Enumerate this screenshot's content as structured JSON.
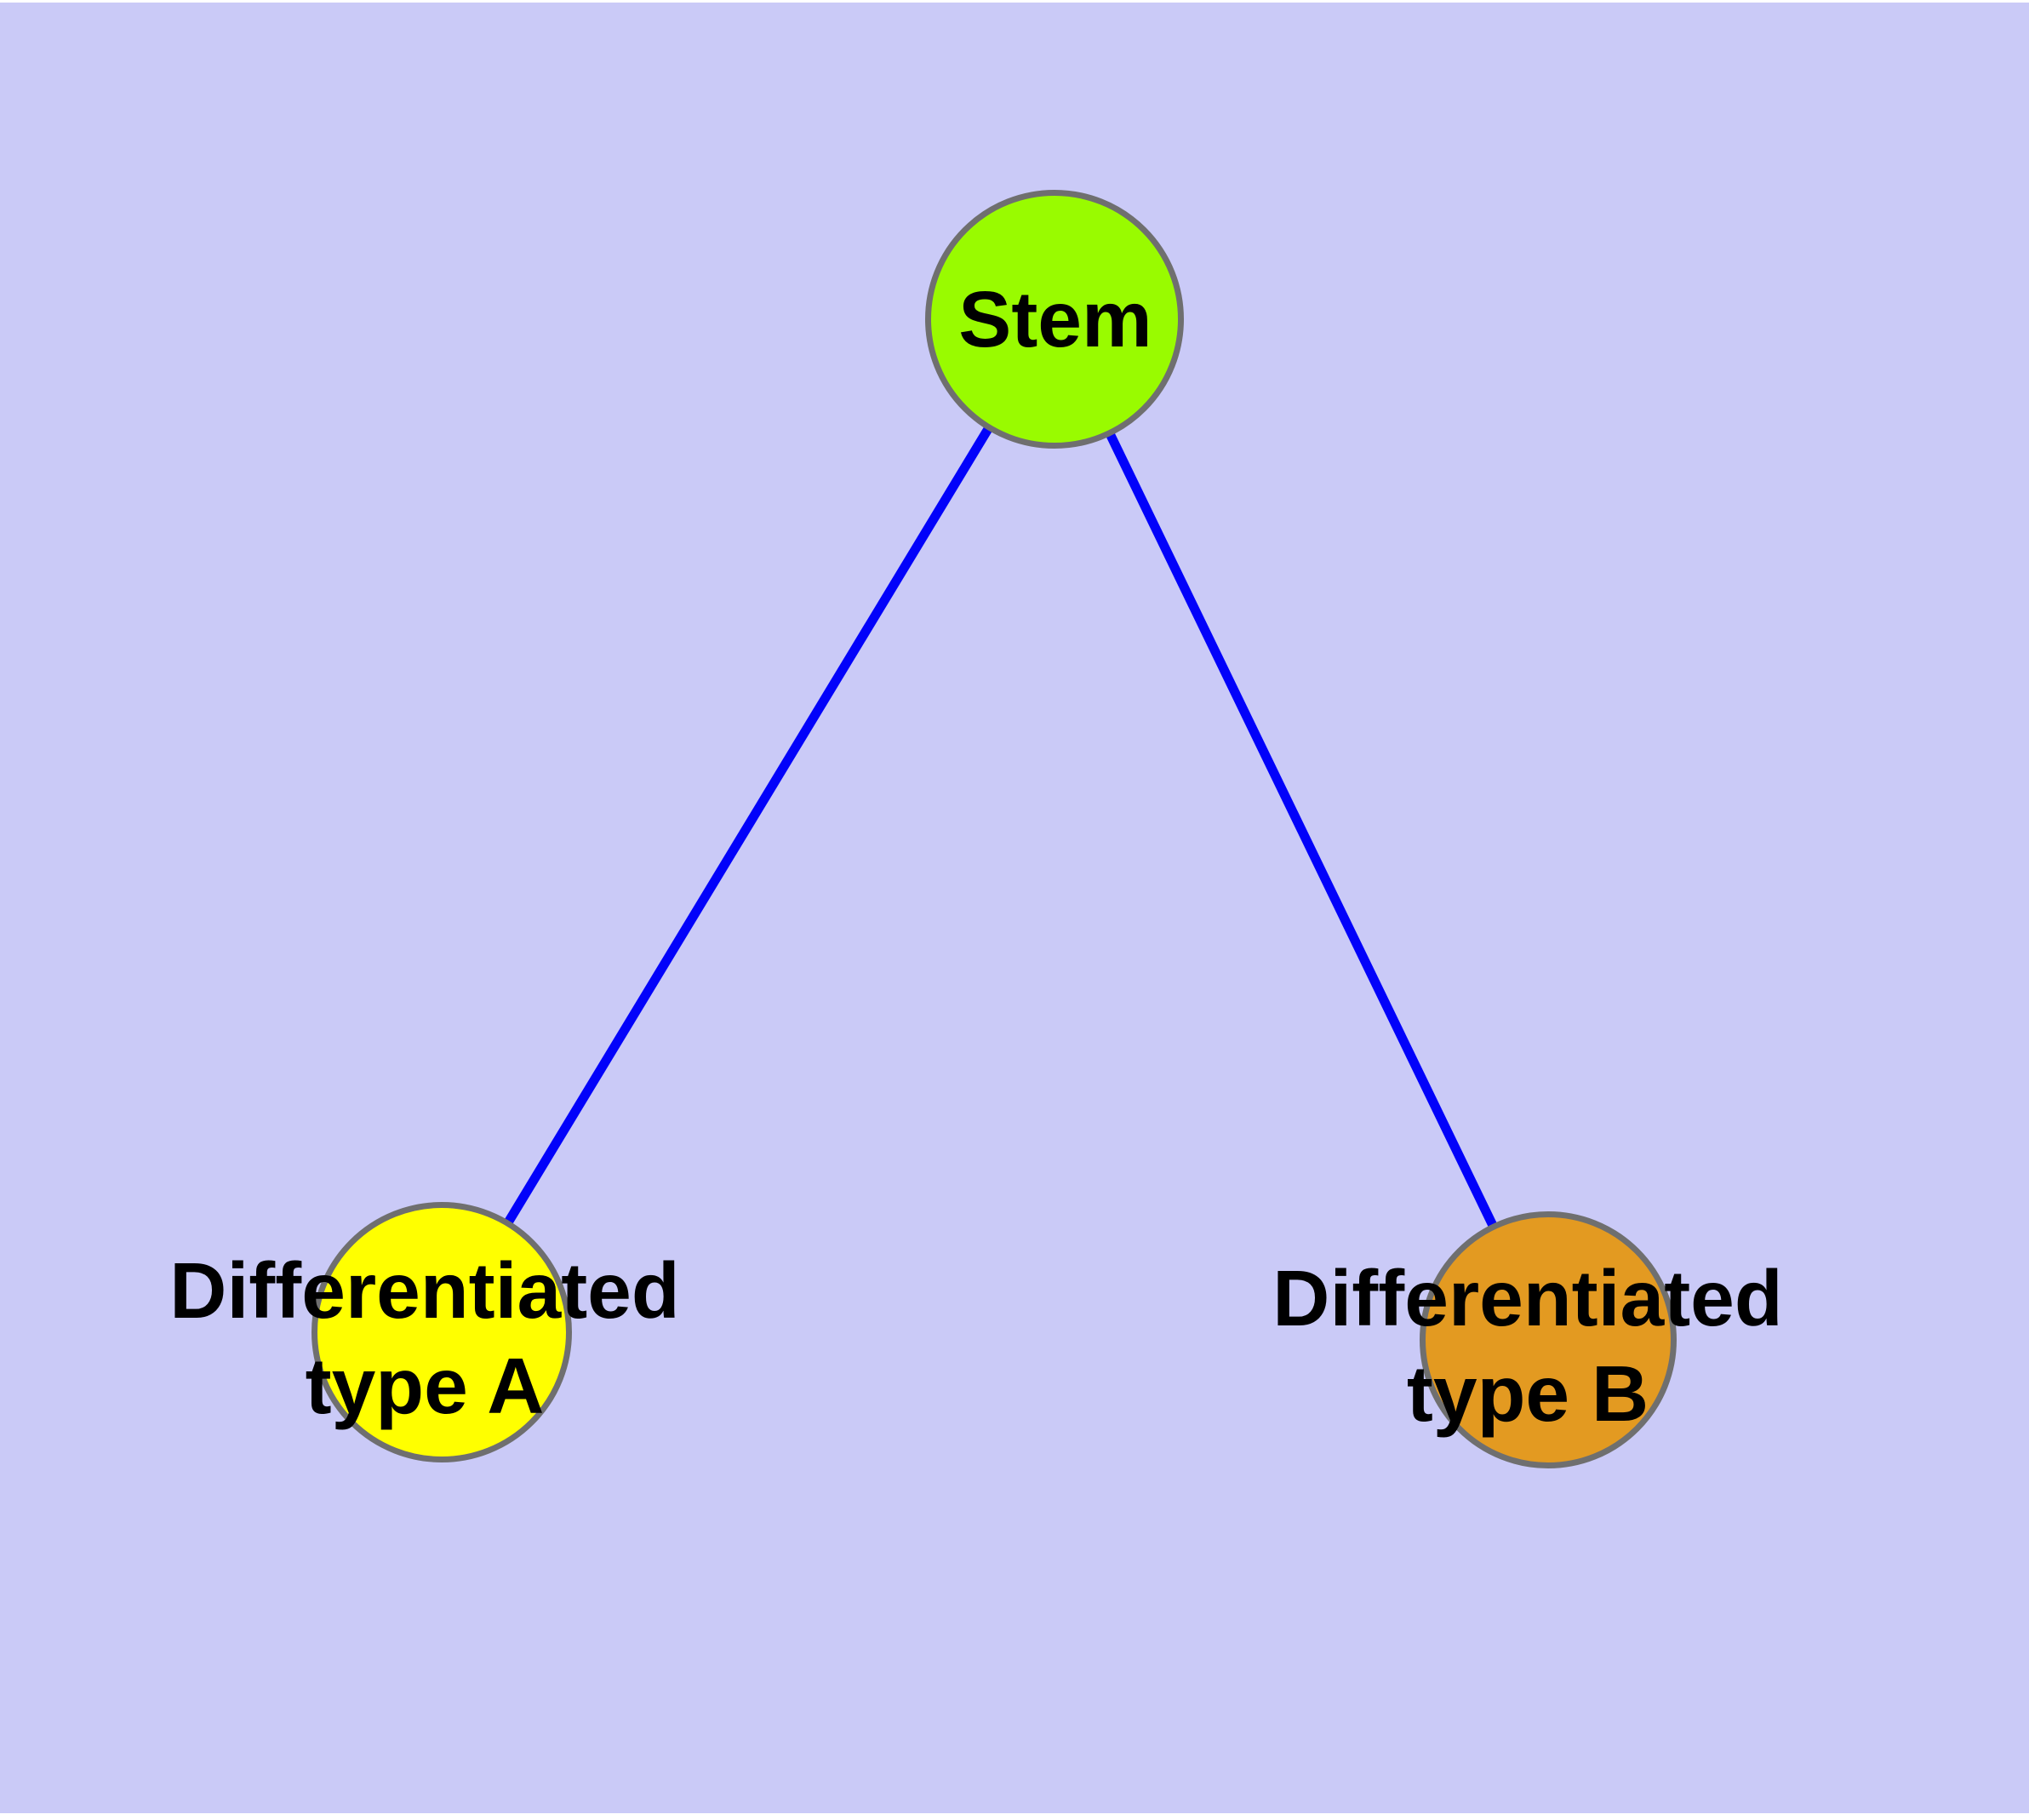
{
  "diagram": {
    "type": "graph",
    "background_color": "#CACAF7",
    "edge_color": "#0202FA",
    "node_border_color": "#6F6F6F",
    "label_color": "#000000",
    "nodes": [
      {
        "id": "stem",
        "label": "Stem",
        "fill": "#99FB00"
      },
      {
        "id": "differentiated-type-a",
        "label": "Differentiated type A",
        "label_line1": "Differentiated",
        "label_line2": "type A",
        "fill": "#FFFF00"
      },
      {
        "id": "differentiated-type-b",
        "label": "Differentiated type B",
        "label_line1": "Differentiated",
        "label_line2": "type B",
        "fill": "#E39A21"
      }
    ],
    "edges": [
      {
        "from": "Stem",
        "to": "Differentiated type A"
      },
      {
        "from": "Stem",
        "to": "Differentiated type B"
      }
    ]
  }
}
